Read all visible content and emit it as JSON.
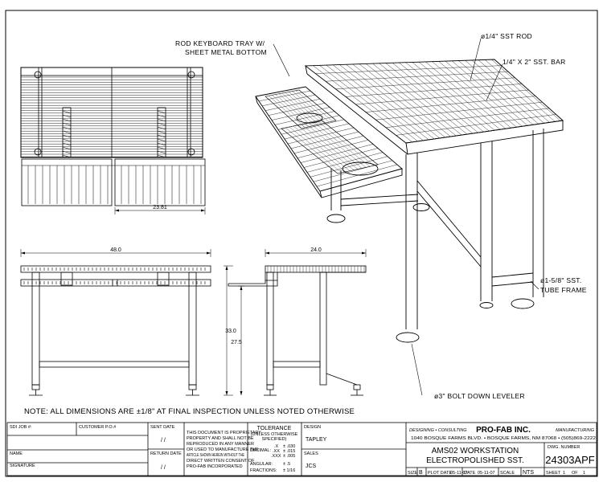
{
  "callouts": {
    "rod_keyboard_tray_1": "ROD KEYBOARD TRAY W/",
    "rod_keyboard_tray_2": "SHEET METAL BOTTOM",
    "sst_rod": "ø1/4\" SST ROD",
    "sst_bar": "1/4\" X 2\" SST. BAR",
    "tube_frame_1": "ø1-5/8\" SST.",
    "tube_frame_2": "TUBE FRAME",
    "bolt_down_leveler": "ø3\" BOLT DOWN LEVELER"
  },
  "dimensions": {
    "plan_width": "23.81",
    "front_width": "48.0",
    "side_depth": "24.0",
    "overall_height": "33.0",
    "tray_height": "27.5"
  },
  "note": "NOTE:  ALL DIMENSIONS ARE ±1/8\" AT FINAL INSPECTION UNLESS NOTED OTHERWISE",
  "title_block": {
    "job_label": "SDI JOB #:",
    "customer_po_label": "CUSTOMER P.O.#",
    "name_label": "NAME",
    "signature_label": "SIGNATURE",
    "sent_date_label": "SENT DATE",
    "sent_date_value": "/   /",
    "return_date_label": "RETURN DATE",
    "return_date_value": "/   /",
    "proprietary_1": "THIS DOCUMENT IS PROPRIETARY",
    "proprietary_2": "PROPERTY AND SHALL NOT BE",
    "proprietary_3": "REPRODUCED IN ANY MANNER",
    "proprietary_4": "OR USED TO MANUFACTURE THE",
    "proprietary_5": "ARTICLE SHOWN HEREIN WITHOUT THE",
    "proprietary_6": "DIRECT WRITTEN CONSENT OF",
    "proprietary_7": "PRO-FAB INCORPORATED",
    "tolerance_title": "TOLERANCE",
    "tolerance_sub1": "(UNLESS OTHERWISE",
    "tolerance_sub2": "SPECIFIED)",
    "decimal_label": "DECIMAL:",
    "dec_x": ".X",
    "dec_xx": ".XX",
    "dec_xxx": ".XXX",
    "dec_x_val": "± .030",
    "dec_xx_val": "± .015",
    "dec_xxx_val": "± .005",
    "angular_label": "ANGULAR:",
    "angular_val": "± .5",
    "fractions_label": "FRACTIONS:",
    "fractions_val": "± 1/16",
    "design_label": "DESIGN",
    "design_value": "TAPLEY",
    "sales_label": "SALES",
    "sales_value": "JCS",
    "designing_consulting": "DESIGNING • CONSULTING",
    "company": "PRO-FAB INC.",
    "manufacturing": "MANUFACTURING",
    "address": "1040 BOSQUE FARMS BLVD. • BOSQUE FARMS, NM 87068 • (505)869-2222",
    "title_1": "AMS02 WORKSTATION",
    "title_2": "ELECTROPOLISHED SST.",
    "dwg_number_label": "DWG. NUMBER",
    "dwg_number": "24303APF",
    "size_label": "SIZE",
    "size_value": "B",
    "plot_date_label": "PLOT DATE",
    "plot_date": "05-11-07",
    "date_label": "DATE",
    "date_value": "05-11-07",
    "scale_label": "SCALE",
    "scale_value": "NTS",
    "sheet_label": "SHEET",
    "sheet_value": "1",
    "of_label": "OF",
    "of_value": "1"
  }
}
